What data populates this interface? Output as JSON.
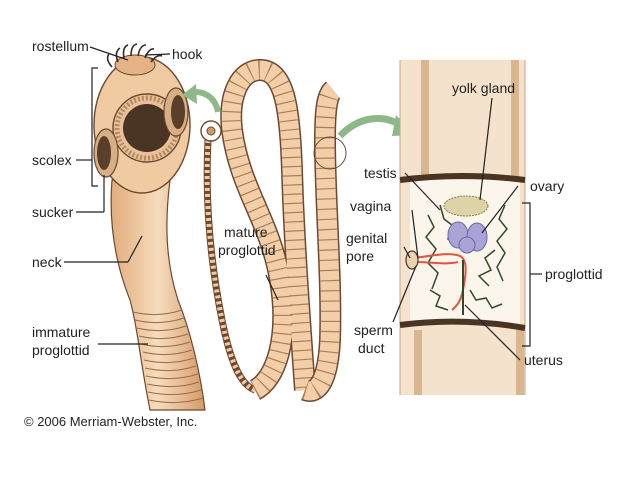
{
  "labels": {
    "rostellum": "rostellum",
    "hook": "hook",
    "scolex": "scolex",
    "sucker": "sucker",
    "neck": "neck",
    "immature_proglottid_1": "immature",
    "immature_proglottid_2": "proglottid",
    "mature_proglottid_1": "mature",
    "mature_proglottid_2": "proglottid",
    "yolk_gland": "yolk gland",
    "testis": "testis",
    "ovary": "ovary",
    "vagina": "vagina",
    "genital_pore_1": "genital",
    "genital_pore_2": "pore",
    "proglottid": "proglottid",
    "sperm_duct_1": "sperm",
    "sperm_duct_2": "duct",
    "uterus": "uterus"
  },
  "credit": "© 2006 Merriam-Webster, Inc.",
  "colors": {
    "body": "#f0c9a0",
    "body_dark": "#c98d5e",
    "outline": "#6b4a33",
    "sucker": "#4a3424",
    "arrow": "#8fb88a",
    "yolk": "#d8d0a0",
    "ovary": "#a9a4d6",
    "ducts": "#e0553e",
    "uterus": "#2f4a2a"
  }
}
